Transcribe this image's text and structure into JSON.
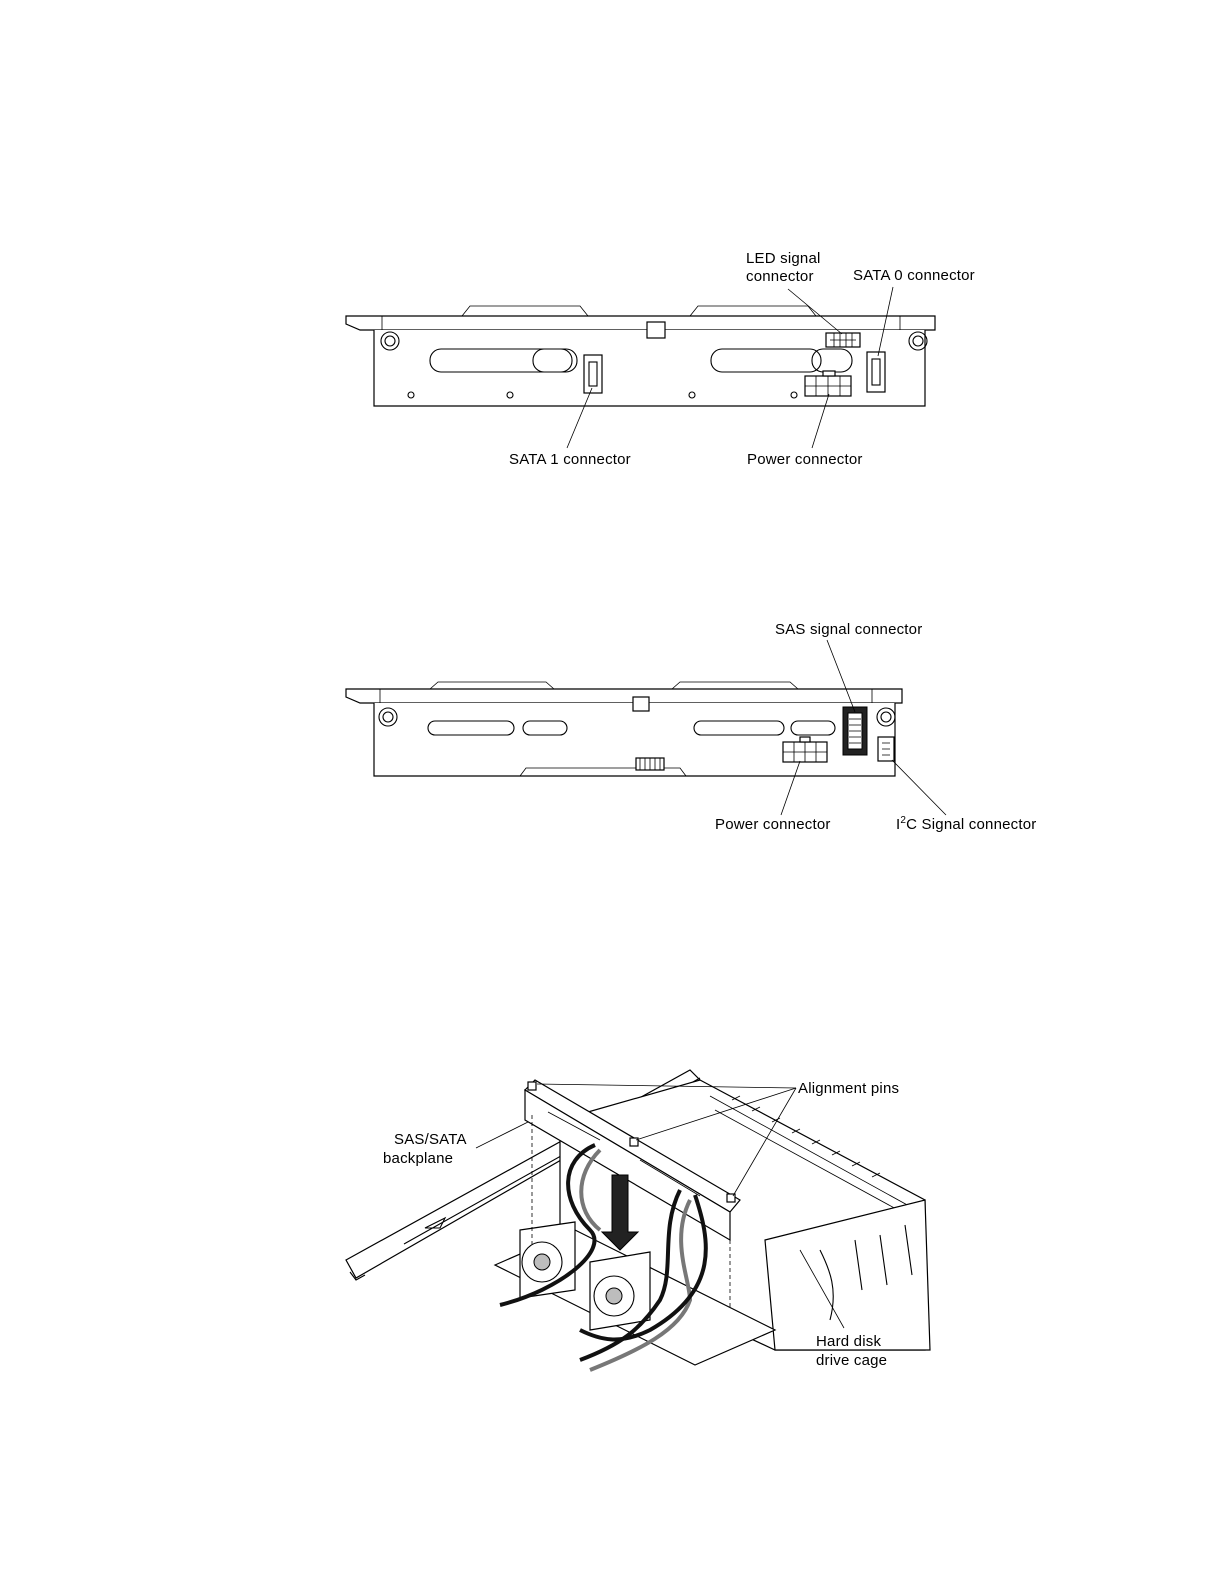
{
  "figure1": {
    "labels": {
      "led_signal": "LED signal",
      "led_signal_2": "connector",
      "sata0": "SATA 0 connector",
      "sata1": "SATA 1 connector",
      "power": "Power connector"
    }
  },
  "figure2": {
    "labels": {
      "sas_signal": "SAS signal connector",
      "power": "Power connector",
      "i2c_prefix": "I",
      "i2c_sup": "2",
      "i2c_rest": "C Signal connector"
    }
  },
  "figure3": {
    "labels": {
      "alignment_pins": "Alignment pins",
      "backplane_1": "SAS/SATA",
      "backplane_2": "backplane",
      "cage_1": "Hard disk",
      "cage_2": "drive cage"
    }
  }
}
